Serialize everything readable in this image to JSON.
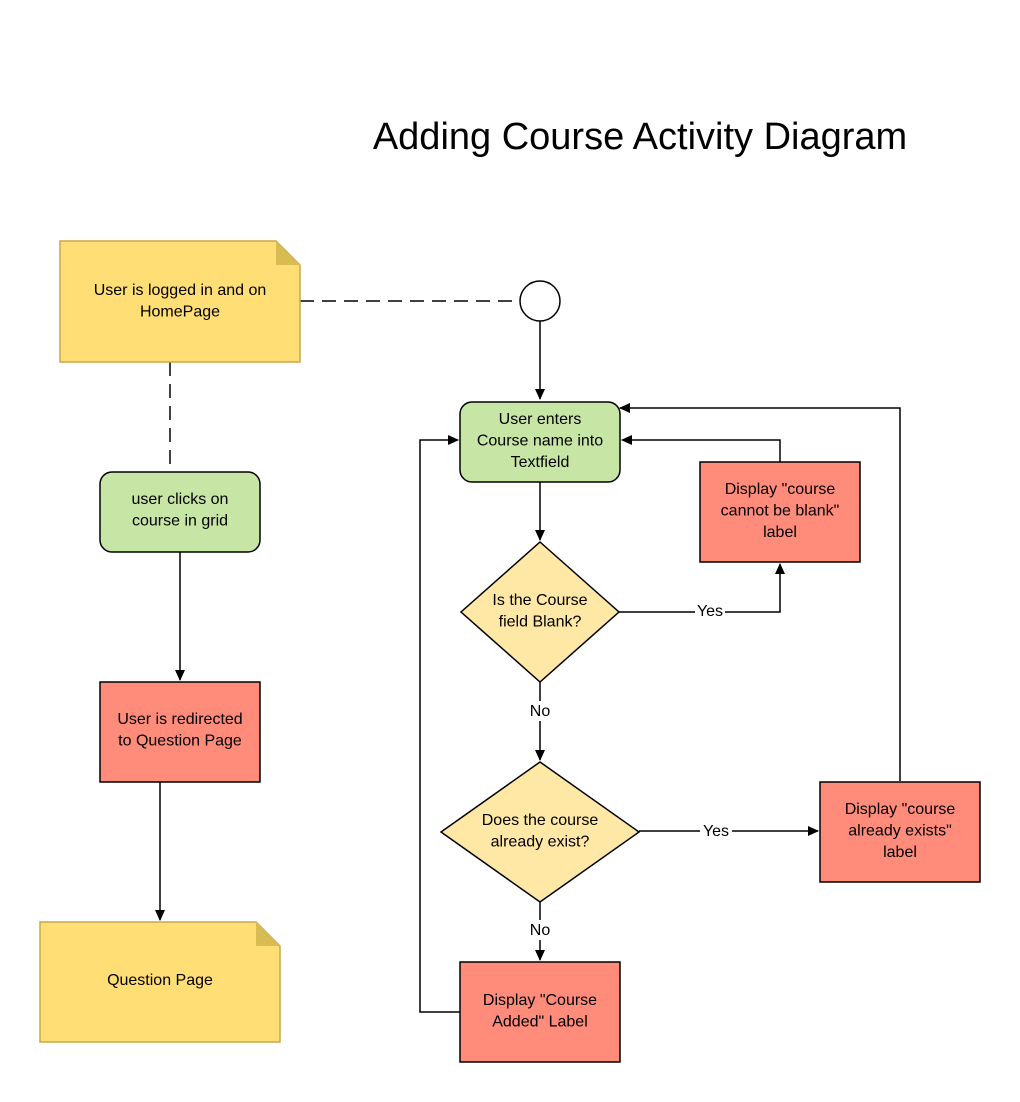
{
  "title": "Adding Course Activity Diagram",
  "colors": {
    "note": "#FFDE75",
    "note_fold": "#D9BB54",
    "action_green": "#C7E6A5",
    "action_red": "#FF8C7A",
    "decision": "#FFE8A6",
    "stroke": "#000000"
  },
  "nodes": {
    "logged_in_note": {
      "lines": [
        "User is logged in and on",
        "HomePage"
      ]
    },
    "user_clicks": {
      "lines": [
        "user clicks on",
        "course in grid"
      ]
    },
    "redirected": {
      "lines": [
        "User is redirected",
        "to Question Page"
      ]
    },
    "question_page_note": {
      "lines": [
        "Question Page"
      ]
    },
    "enter_course": {
      "lines": [
        "User enters",
        "Course name into",
        "Textfield"
      ]
    },
    "blank_label": {
      "lines": [
        "Display \"course",
        "cannot be blank\"",
        "label"
      ]
    },
    "is_blank": {
      "lines": [
        "Is the Course",
        "field Blank?"
      ]
    },
    "already_exist": {
      "lines": [
        "Does the course",
        "already exist?"
      ]
    },
    "exists_label": {
      "lines": [
        "Display \"course",
        "already exists\"",
        "label"
      ]
    },
    "added_label": {
      "lines": [
        "Display \"Course",
        "Added\" Label"
      ]
    }
  },
  "edges": {
    "blank_yes": "Yes",
    "blank_no": "No",
    "exist_yes": "Yes",
    "exist_no": "No"
  }
}
